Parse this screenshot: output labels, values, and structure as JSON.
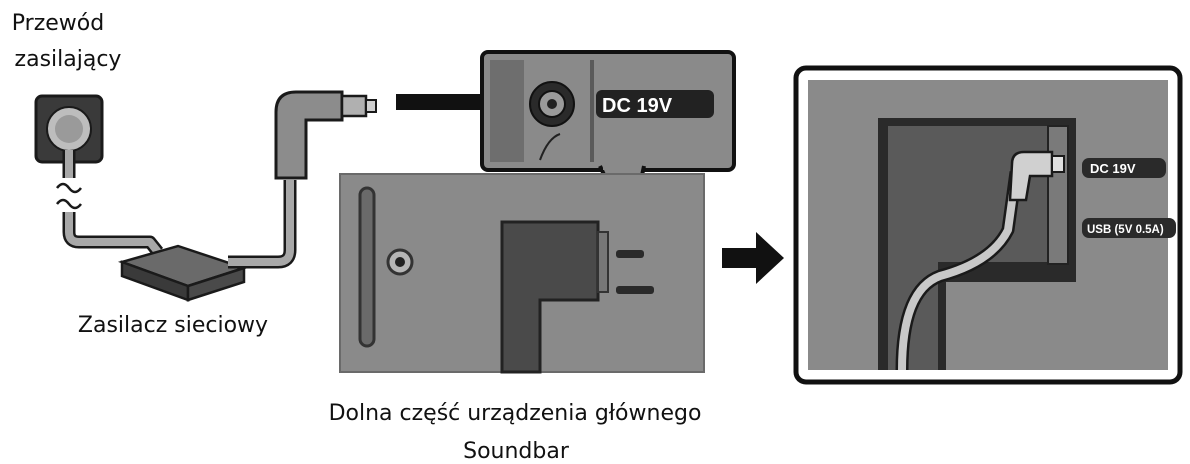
{
  "labels": {
    "power_cord_line1": "Przewód",
    "power_cord_line2": "zasilający",
    "ac_adapter": "Zasilacz sieciowy",
    "main_unit_bottom": "Dolna część urządzenia głównego",
    "soundbar": "Soundbar"
  },
  "ports": {
    "dc_in": "DC 19V",
    "usb": "USB (5V 0.5A)"
  },
  "colors": {
    "panel_gray": "#8a8a8a",
    "panel_dark": "#5a5a5a",
    "cable_gray": "#a8a8a8",
    "outline": "#1a1a1a",
    "label_pill": "#2a2a2a"
  }
}
